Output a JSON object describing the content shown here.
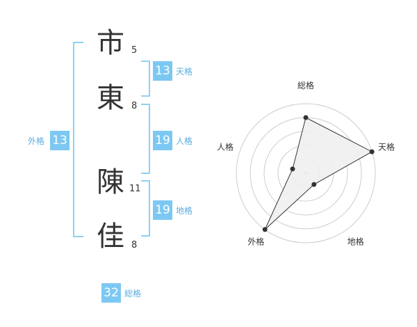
{
  "name": {
    "chars": [
      {
        "char": "市",
        "strokes": "5"
      },
      {
        "char": "東",
        "strokes": "8"
      },
      {
        "char": "陳",
        "strokes": "11"
      },
      {
        "char": "佳",
        "strokes": "8"
      }
    ]
  },
  "fortunes": {
    "tenkaku": {
      "value": "13",
      "label": "天格"
    },
    "jinkaku": {
      "value": "19",
      "label": "人格"
    },
    "chikaku": {
      "value": "19",
      "label": "地格"
    },
    "gaikaku": {
      "value": "13",
      "label": "外格"
    },
    "soukaku": {
      "value": "32",
      "label": "総格"
    }
  },
  "chart_data": {
    "type": "radar",
    "axes": [
      "総格",
      "天格",
      "地格",
      "外格",
      "人格"
    ],
    "values": [
      4,
      5,
      1,
      5,
      1
    ],
    "max": 5,
    "rings": 5,
    "colors": {
      "fill": "#f0f0f0",
      "line": "#333333",
      "grid": "#cccccc",
      "point": "#333333",
      "center": "#cccccc"
    }
  }
}
